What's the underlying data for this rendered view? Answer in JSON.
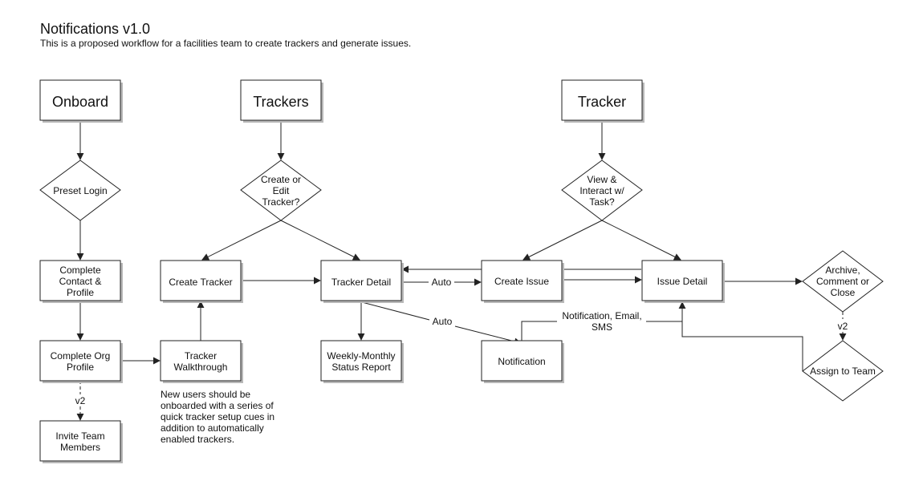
{
  "title": "Notifications v1.0",
  "subtitle": "This is a proposed workflow for a facilities team to create trackers and generate issues.",
  "nodes": {
    "onboard": "Onboard",
    "trackers": "Trackers",
    "tracker": "Tracker",
    "preset_login": "Preset Login",
    "create_edit_tracker": [
      "Create or",
      "Edit",
      "Tracker?"
    ],
    "view_interact_task": [
      "View &",
      "Interact w/",
      "Task?"
    ],
    "complete_contact_profile": [
      "Complete",
      "Contact &",
      "Profile"
    ],
    "create_tracker": "Create Tracker",
    "tracker_detail": "Tracker Detail",
    "create_issue": "Create Issue",
    "issue_detail": "Issue Detail",
    "archive_comment_close": [
      "Archive,",
      "Comment or",
      "Close"
    ],
    "complete_org_profile": [
      "Complete Org",
      "Profile"
    ],
    "tracker_walkthrough": [
      "Tracker",
      "Walkthrough"
    ],
    "weekly_monthly_report": [
      "Weekly-Monthly",
      "Status Report"
    ],
    "notification": "Notification",
    "assign_to_team": "Assign to Team",
    "invite_team_members": [
      "Invite Team",
      "Members"
    ]
  },
  "edge_labels": {
    "auto_create_issue": "Auto",
    "auto_notification": "Auto",
    "notification_channels": [
      "Notification, Email,",
      "SMS"
    ],
    "v2_invite": "v2",
    "v2_assign": "v2"
  },
  "note": "New users should be onboarded with a series of quick tracker setup cues in addition to automatically enabled trackers."
}
